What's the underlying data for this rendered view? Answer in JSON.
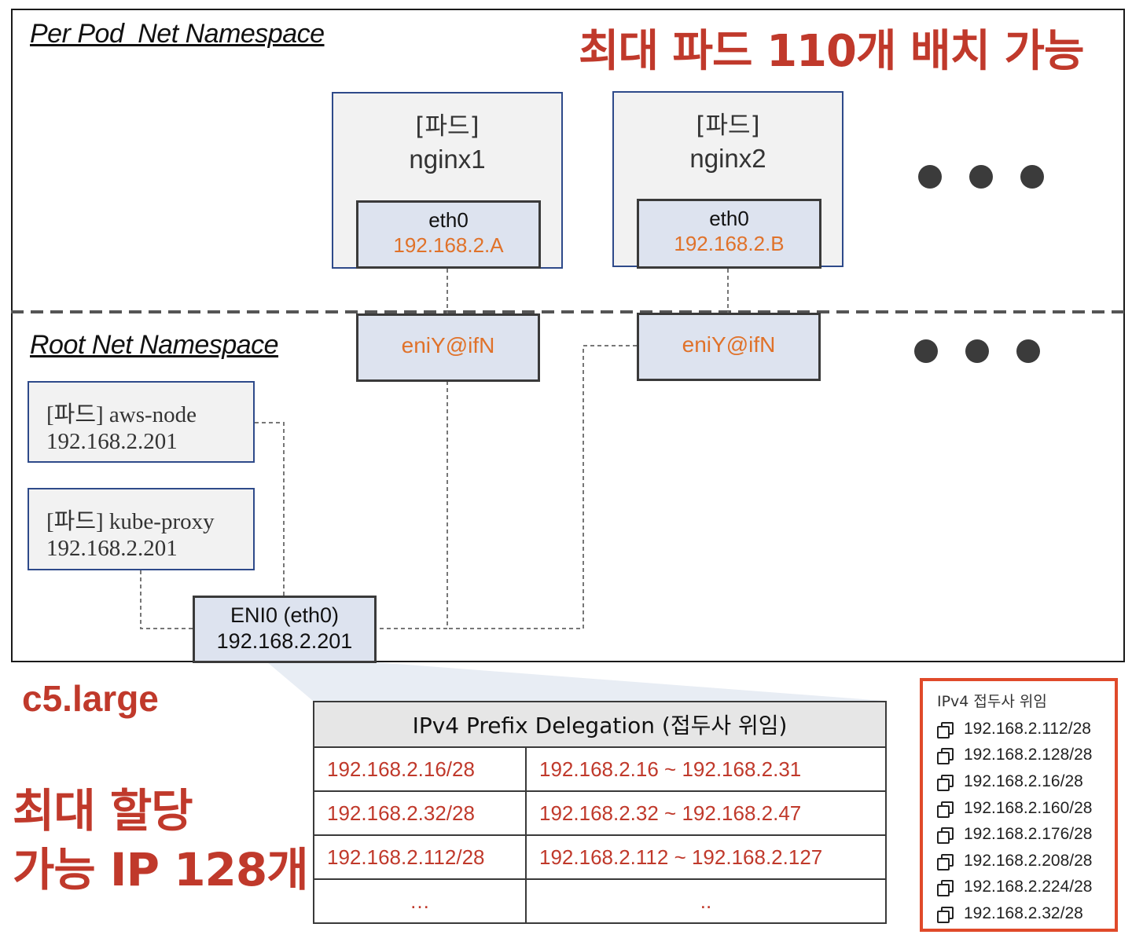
{
  "per_pod_namespace": {
    "title": "Per Pod  Net Namespace"
  },
  "root_namespace": {
    "title": "Root Net Namespace"
  },
  "headline": "최대 파드 110개 배치 가능",
  "pods": [
    {
      "tag": "[파드]",
      "name": "nginx1",
      "iface": "eth0",
      "ip": "192.168.2.A",
      "veth": "eniY@ifN"
    },
    {
      "tag": "[파드]",
      "name": "nginx2",
      "iface": "eth0",
      "ip": "192.168.2.B",
      "veth": "eniY@ifN"
    }
  ],
  "system_pods": [
    {
      "line1": "[파드] aws-node",
      "line2": "192.168.2.201"
    },
    {
      "line1": "[파드] kube-proxy",
      "line2": "192.168.2.201"
    }
  ],
  "eni": {
    "line1": "ENI0 (eth0)",
    "line2": "192.168.2.201"
  },
  "instance_type": "c5.large",
  "max_ip": {
    "line1": "최대 할당",
    "line2": "가능 IP 128개"
  },
  "prefix_table": {
    "header": "IPv4 Prefix Delegation (접두사 위임)",
    "rows": [
      {
        "prefix": "192.168.2.16/28",
        "range": "192.168.2.16 ~ 192.168.2.31"
      },
      {
        "prefix": "192.168.2.32/28",
        "range": "192.168.2.32 ~ 192.168.2.47"
      },
      {
        "prefix": "192.168.2.112/28",
        "range": "192.168.2.112 ~ 192.168.2.127"
      },
      {
        "prefix": "…",
        "range": ".."
      }
    ]
  },
  "prefix_panel": {
    "title": "IPv4 접두사 위임",
    "items": [
      "192.168.2.112/28",
      "192.168.2.128/28",
      "192.168.2.16/28",
      "192.168.2.160/28",
      "192.168.2.176/28",
      "192.168.2.208/28",
      "192.168.2.224/28",
      "192.168.2.32/28"
    ]
  },
  "colors": {
    "accent_red": "#c0392b",
    "ip_orange": "#e0722a",
    "pod_border": "#2e4a8a",
    "iface_fill": "#dde3ef",
    "panel_border": "#e04a2a"
  }
}
